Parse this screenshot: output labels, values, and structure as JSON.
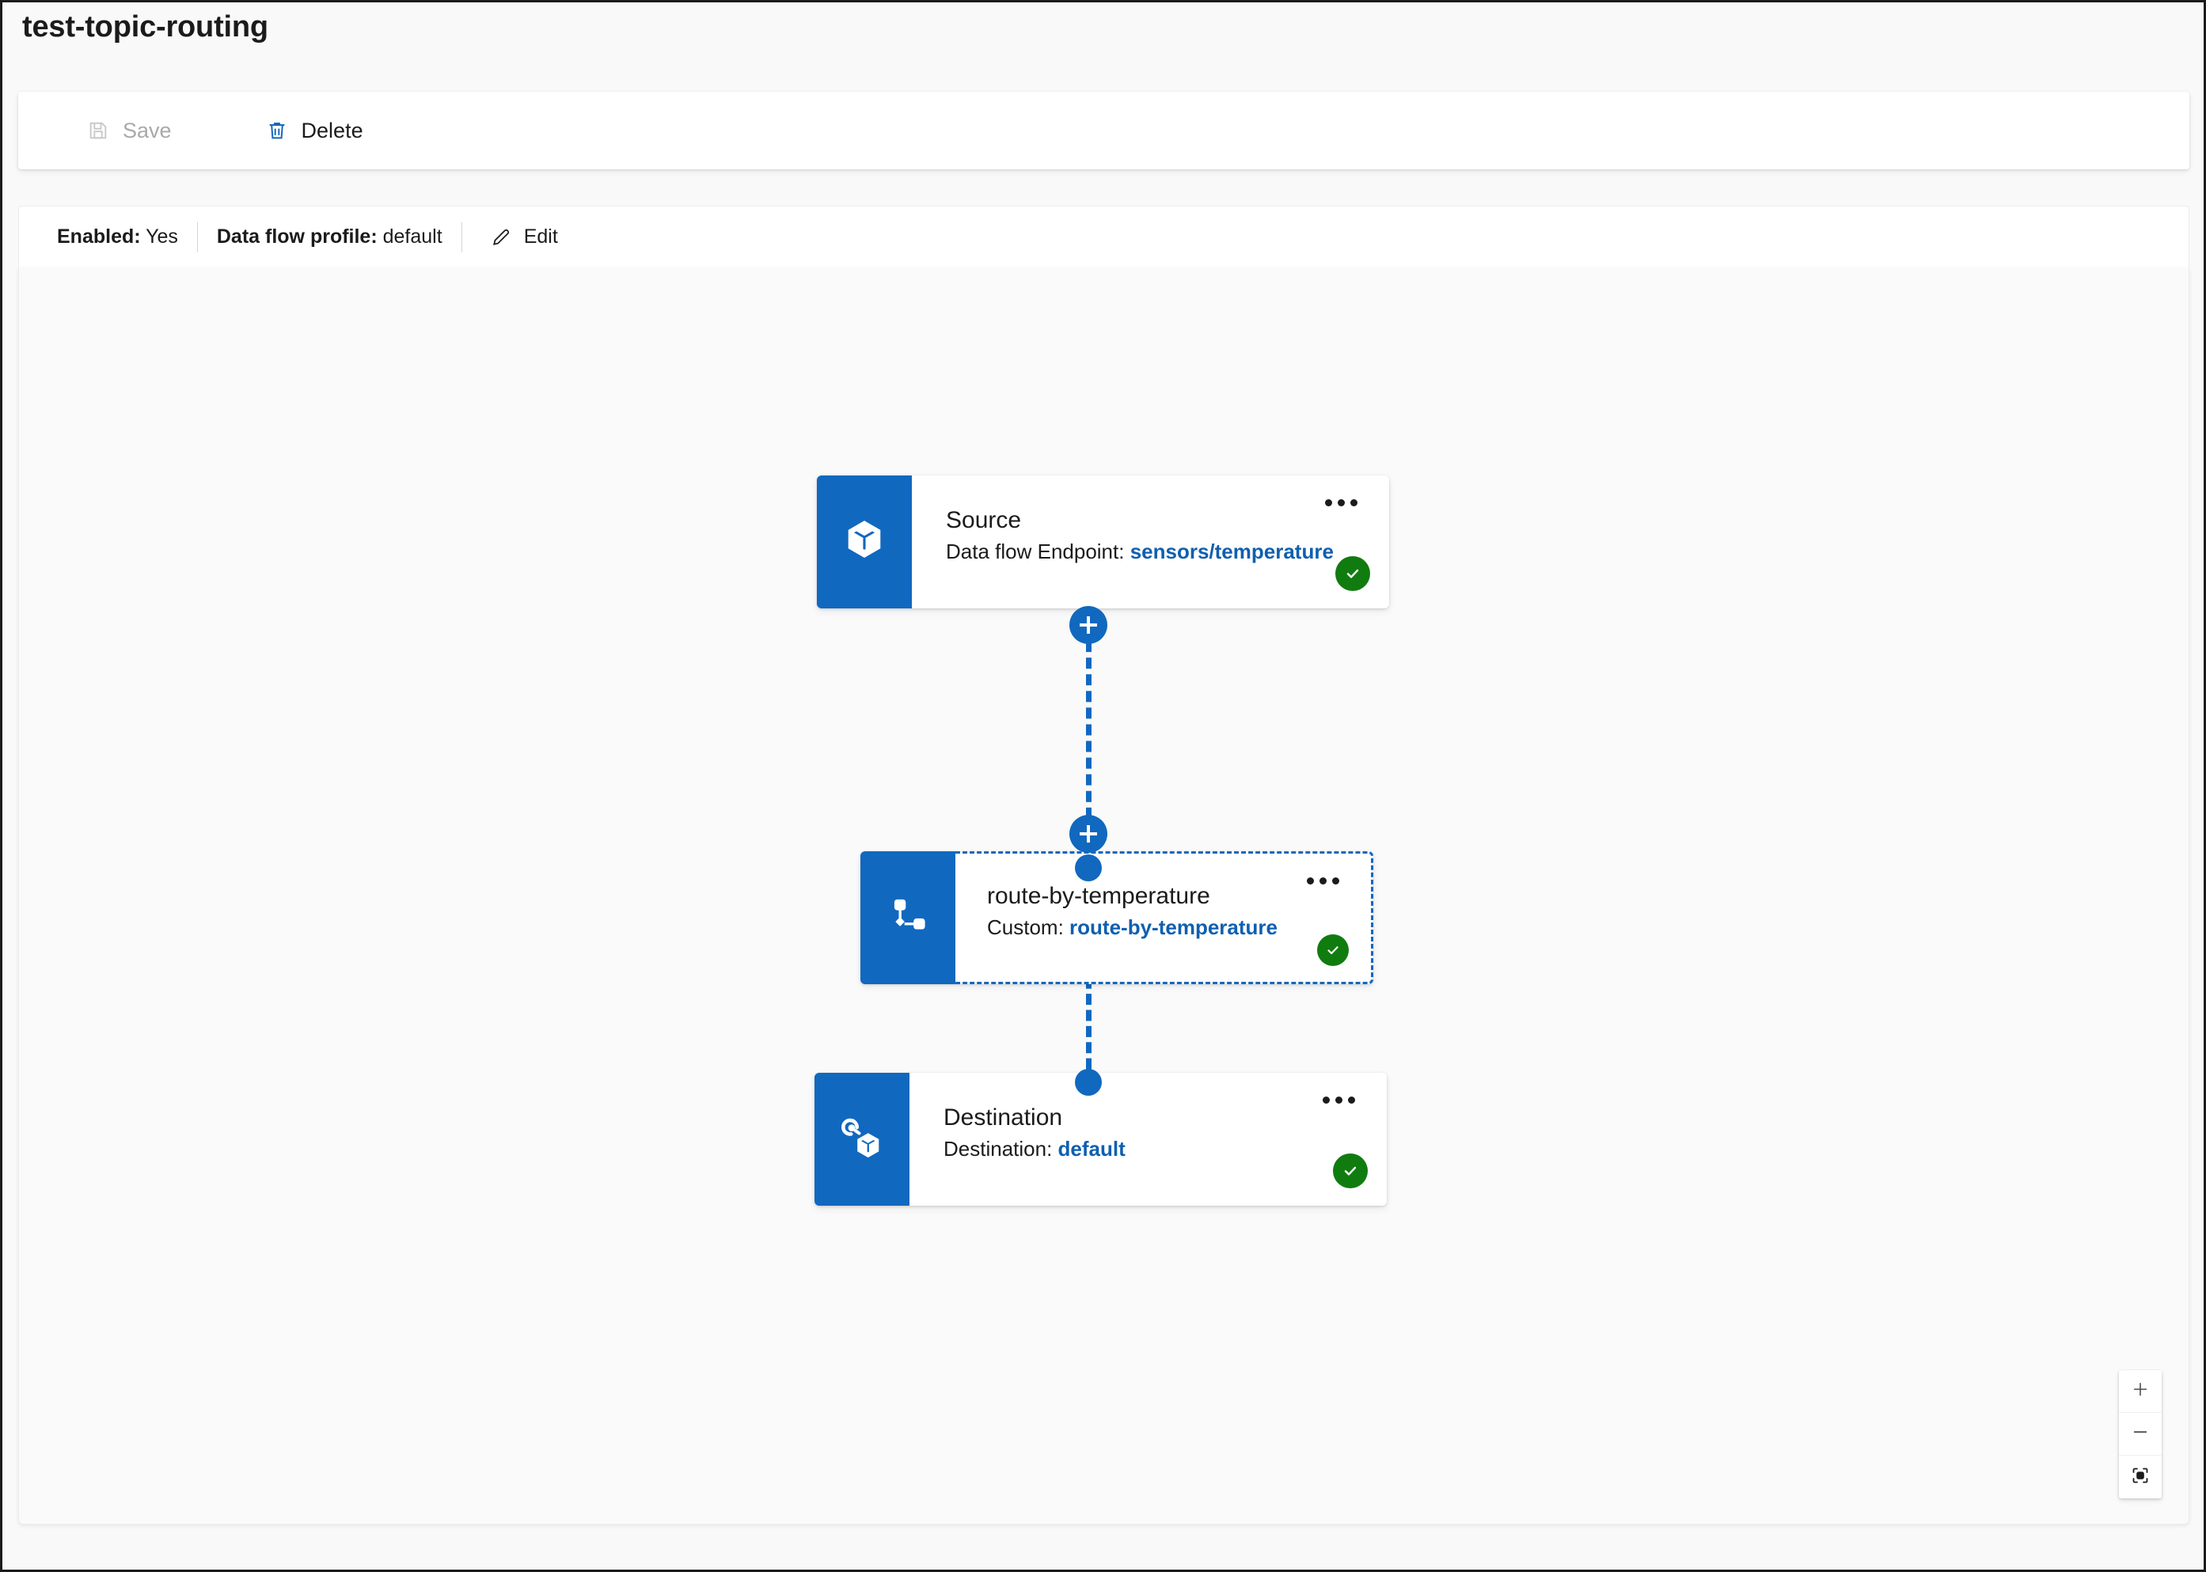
{
  "page_title": "test-topic-routing",
  "command_bar": {
    "save": {
      "label": "Save",
      "icon": "save-icon",
      "enabled": false
    },
    "delete": {
      "label": "Delete",
      "icon": "trash-icon",
      "enabled": true
    }
  },
  "properties": {
    "enabled_label": "Enabled:",
    "enabled_value": "Yes",
    "profile_label": "Data flow profile:",
    "profile_value": "default",
    "edit_label": "Edit",
    "edit_icon": "pencil-icon"
  },
  "canvas": {
    "nodes": [
      {
        "id": "source",
        "icon": "cube-icon",
        "title": "Source",
        "sub_label": "Data flow Endpoint:",
        "sub_value": "sensors/temperature",
        "status": "valid",
        "selected": false,
        "menu_icon": "ellipsis-icon"
      },
      {
        "id": "transform",
        "icon": "branch-icon",
        "title": "route-by-temperature",
        "sub_label": "Custom:",
        "sub_value": "route-by-temperature",
        "status": "valid",
        "selected": true,
        "menu_icon": "ellipsis-icon"
      },
      {
        "id": "destination",
        "icon": "cube-link-icon",
        "title": "Destination",
        "sub_label": "Destination:",
        "sub_value": "default",
        "status": "valid",
        "selected": false,
        "menu_icon": "ellipsis-icon"
      }
    ],
    "connectors": [
      {
        "from": "source",
        "to": "transform",
        "add_icon": "plus-icon"
      },
      {
        "from": "transform",
        "to": "destination",
        "add_icon": "plus-icon"
      }
    ]
  },
  "zoom_controls": [
    {
      "icon": "zoom-in-icon",
      "label": "+"
    },
    {
      "icon": "zoom-out-icon",
      "label": "−"
    },
    {
      "icon": "fit-to-view-icon",
      "label": ""
    }
  ],
  "colors": {
    "accent_blue": "#1168bf",
    "link_blue": "#0f5fb0",
    "status_green": "#107c10",
    "canvas_bg": "#fafafa",
    "text": "#1b1b1b"
  }
}
